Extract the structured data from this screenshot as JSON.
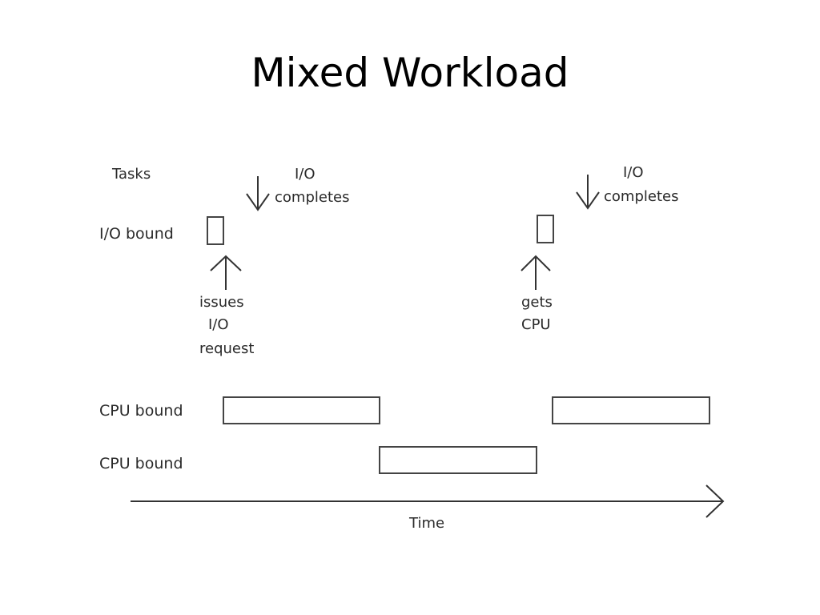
{
  "slide": {
    "title": "Mixed Workload"
  },
  "diagram": {
    "tasks_header": "Tasks",
    "rows": [
      {
        "label": "I/O bound"
      },
      {
        "label": "CPU bound"
      },
      {
        "label": "CPU bound"
      }
    ],
    "annotations": {
      "io_completes_1": {
        "line1": "I/O",
        "line2": "completes"
      },
      "io_completes_2": {
        "line1": "I/O",
        "line2": "completes"
      },
      "issues_io_request": {
        "line1": "issues",
        "line2": "I/O",
        "line3": "request"
      },
      "gets_cpu": {
        "line1": "gets",
        "line2": "CPU"
      }
    },
    "time_axis_label": "Time"
  }
}
